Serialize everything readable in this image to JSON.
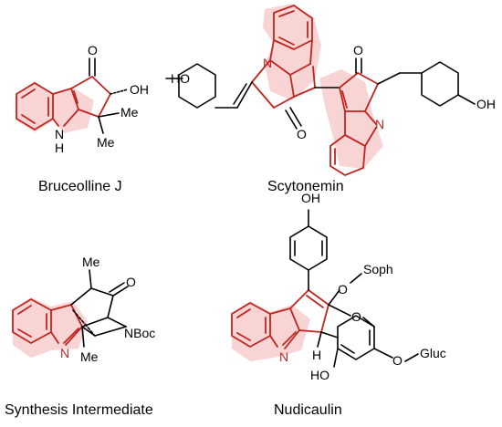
{
  "structures": [
    {
      "name": "Bruceolline J",
      "labels": [
        "O",
        "OH",
        "Me",
        "Me",
        "N",
        "H"
      ]
    },
    {
      "name": "Scytonemin",
      "labels": [
        "HO",
        "N",
        "O",
        "O",
        "N",
        "OH"
      ]
    },
    {
      "name": "Synthesis Intermediate",
      "labels": [
        "Me",
        "O",
        "NBoc",
        "N",
        "Me"
      ]
    },
    {
      "name": "Nudicaulin",
      "labels": [
        "OH",
        "O",
        "Soph",
        "O",
        "N",
        "H",
        "HO",
        "O",
        "Gluc"
      ]
    }
  ],
  "colors": {
    "highlight": "#f6c6c6",
    "accent": "#c0251f"
  }
}
